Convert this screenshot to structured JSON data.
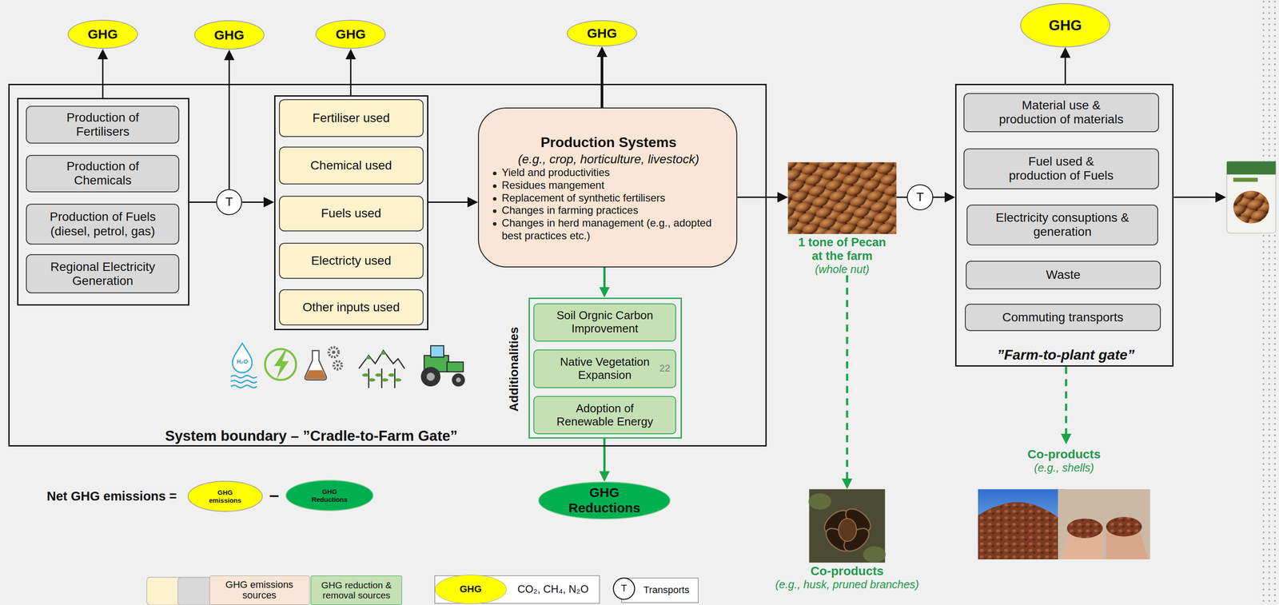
{
  "diagram": {
    "nodes": [
      {
        "text": [
          "GHG"
        ]
      },
      {
        "text": [
          "GHG"
        ]
      },
      {
        "text": [
          "GHG"
        ]
      },
      {
        "text": [
          "GHG"
        ]
      },
      {
        "text": [
          "GHG"
        ]
      },
      {
        "text": [
          "System boundary – ”Cradle-to-Farm Gate”"
        ]
      },
      {
        "text": [],
        "in": 5
      },
      {
        "text": [
          "Production of Fertilisers"
        ],
        "in": 6
      },
      {
        "text": [
          "Production of Chemicals"
        ],
        "in": 6
      },
      {
        "text": [
          "Production of Fuels (diesel, petrol, gas)"
        ],
        "in": 6
      },
      {
        "text": [
          "Regional Electricity Generation"
        ],
        "in": 6
      },
      {
        "text": [
          "T"
        ],
        "in": 5
      },
      {
        "text": [],
        "in": 5
      },
      {
        "text": [
          "Fertiliser used"
        ],
        "in": 12
      },
      {
        "text": [
          "Chemical used"
        ],
        "in": 12
      },
      {
        "text": [
          "Fuels used"
        ],
        "in": 12
      },
      {
        "text": [
          "Electricty used"
        ],
        "in": 12
      },
      {
        "text": [
          "Other inputs used"
        ],
        "in": 12
      },
      {
        "text": [
          "Production Systems",
          "(e.g., crop, horticulture, livestock)",
          "Yield and productivities",
          "Residues mangement",
          "Replacement of synthetic fertilisers",
          "Changes in farming practices",
          "Changes in herd management (e.g., adopted best practices etc.)"
        ],
        "in": 5
      },
      {
        "text": [
          "Additionalities"
        ],
        "in": 5
      },
      {
        "text": [
          "Soil Orgnic Carbon Improvement"
        ],
        "in": 19
      },
      {
        "text": [
          "Native Vegetation Expansion"
        ],
        "in": 19
      },
      {
        "text": [
          "Adoption of Renewable Energy"
        ],
        "in": 19
      },
      {
        "text": [
          "GHG Reductions"
        ]
      },
      {
        "text": [
          "1 tone of Pecan at the farm",
          "(whole nut)"
        ]
      },
      {
        "text": [
          "T"
        ]
      },
      {
        "text": [
          "”Farm-to-plant gate”"
        ]
      },
      {
        "text": [
          "Material use & production of materials"
        ],
        "in": 26
      },
      {
        "text": [
          "Fuel used & production of Fuels"
        ],
        "in": 26
      },
      {
        "text": [
          "Electricity consuptions & generation"
        ],
        "in": 26
      },
      {
        "text": [
          "Waste"
        ],
        "in": 26
      },
      {
        "text": [
          "Commuting transports"
        ],
        "in": 26
      },
      {
        "text": []
      },
      {
        "text": [
          "Co-products",
          "(e.g., husk, pruned branches)"
        ]
      },
      {
        "text": [
          "Co-products",
          "(e.g., shells)"
        ]
      },
      {
        "text": [
          "GHG emissions"
        ]
      },
      {
        "text": [
          "GHG Reductions"
        ]
      }
    ],
    "edges": [
      {
        "from": 6,
        "to": 0,
        "arrow": "to"
      },
      {
        "from": 6,
        "to": 11,
        "arrow": "none"
      },
      {
        "from": 11,
        "to": 12,
        "arrow": "to"
      },
      {
        "from": 11,
        "to": 1,
        "arrow": "to"
      },
      {
        "from": 12,
        "to": 2,
        "arrow": "to"
      },
      {
        "from": 12,
        "to": 18,
        "arrow": "to"
      },
      {
        "from": 18,
        "to": 3,
        "arrow": "to"
      },
      {
        "from": 18,
        "to": 19,
        "arrow": "to"
      },
      {
        "from": 19,
        "to": 23,
        "arrow": "to"
      },
      {
        "from": 18,
        "to": 24,
        "arrow": "to"
      },
      {
        "from": 24,
        "to": 25,
        "arrow": "none"
      },
      {
        "from": 25,
        "to": 26,
        "arrow": "to"
      },
      {
        "from": 26,
        "to": 4,
        "arrow": "to"
      },
      {
        "from": 26,
        "to": 32,
        "arrow": "to"
      },
      {
        "from": 24,
        "to": 33,
        "arrow": "to"
      },
      {
        "from": 26,
        "to": 34,
        "arrow": "to"
      }
    ],
    "labels": [
      "H₂O",
      "22",
      "Net GHG emissions =",
      "–",
      "GHG",
      "T"
    ],
    "legend": [
      {
        "text": "GHG emissions sources",
        "color": "#fbe5d6"
      },
      {
        "text": "GHG reduction & removal sources",
        "color": "#c5e0b4"
      },
      {
        "text": "CO₂, CH₄, N₂O",
        "color": "#ffff00"
      },
      {
        "text": "Transports"
      }
    ]
  }
}
